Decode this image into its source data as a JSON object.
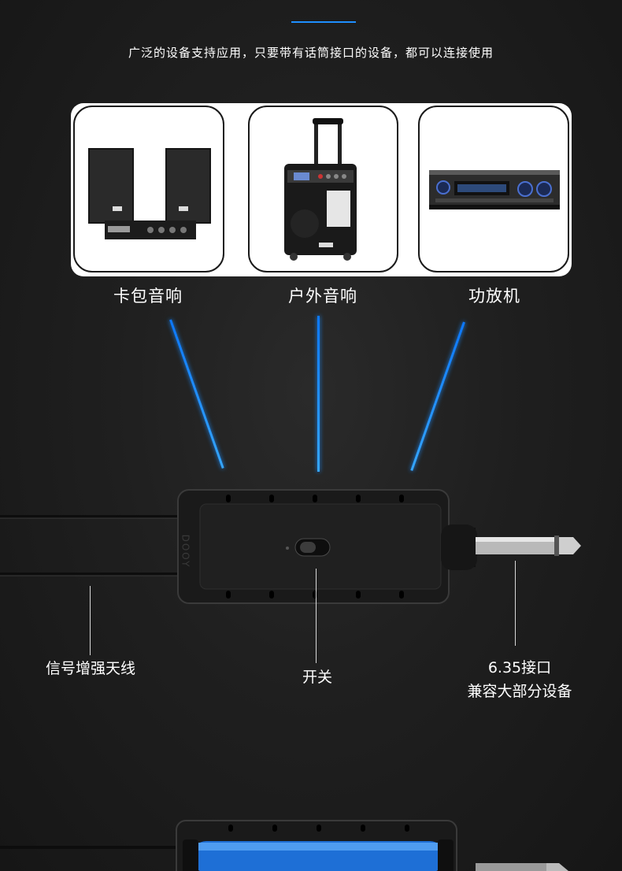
{
  "header": {
    "accent_color": "#1e8fff",
    "subtitle": "广泛的设备支持应用，只要带有话筒接口的设备，都可以连接使用"
  },
  "devices": [
    {
      "label": "卡包音响"
    },
    {
      "label": "户外音响"
    },
    {
      "label": "功放机"
    }
  ],
  "product": {
    "brand_mark": "DOOY",
    "callouts": {
      "antenna": "信号增强天线",
      "switch": "开关",
      "jack_line1": "6.35接口",
      "jack_line2": "兼容大部分设备"
    }
  }
}
